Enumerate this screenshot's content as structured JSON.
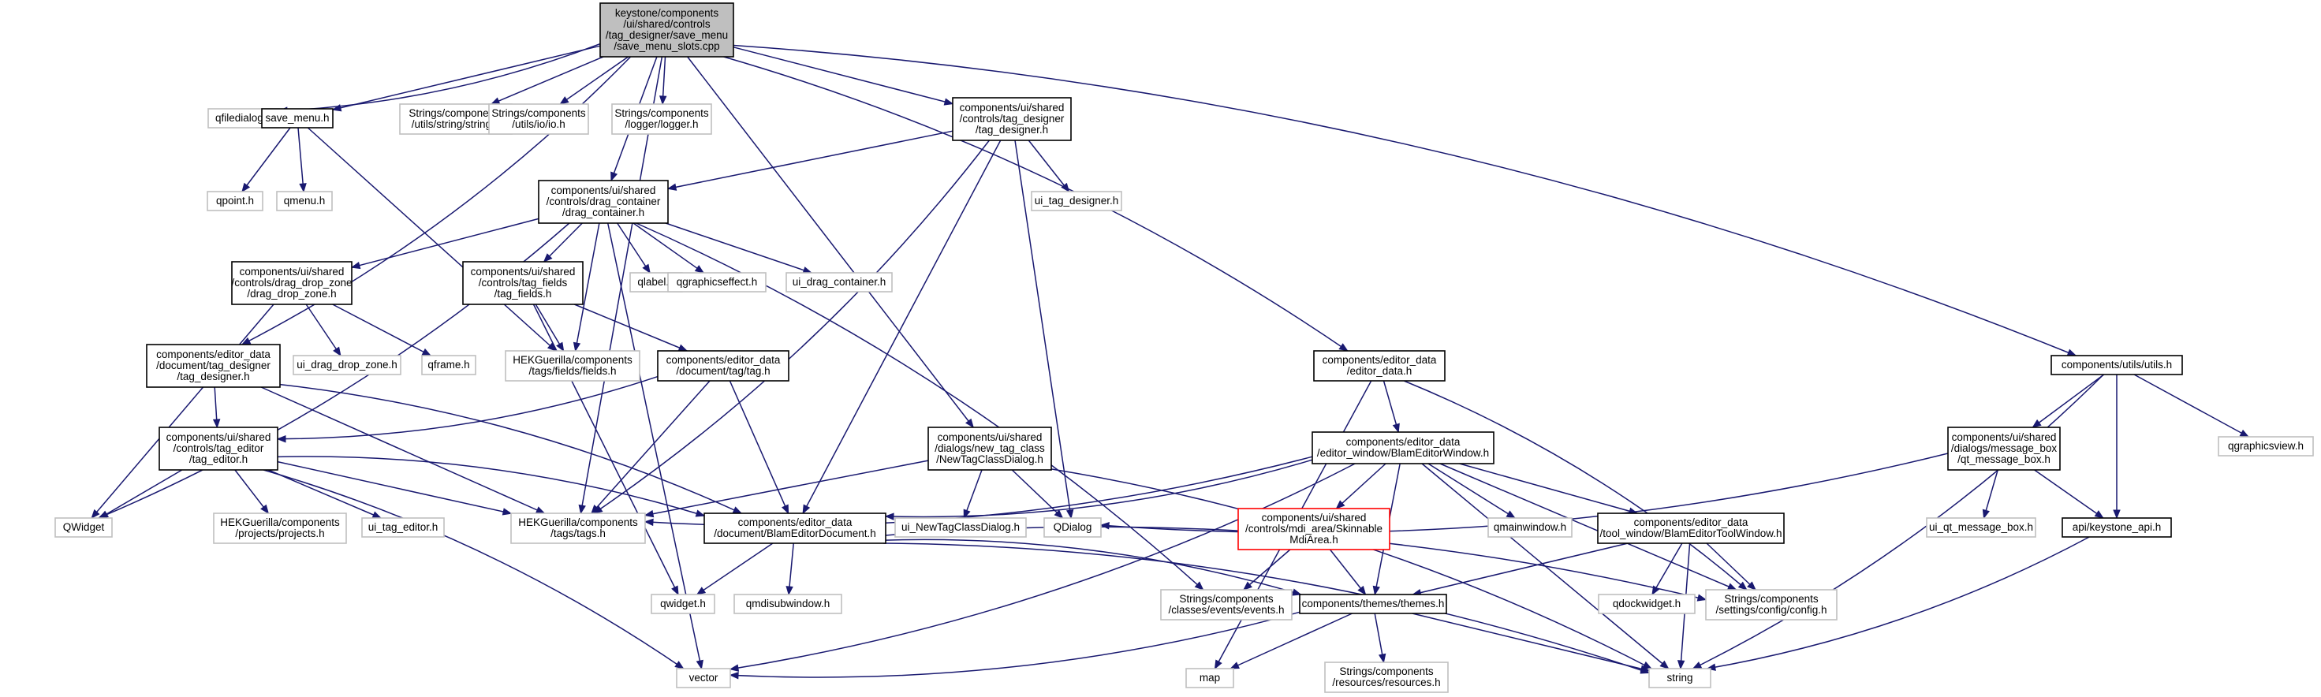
{
  "graph": {
    "nodes": [
      {
        "id": "root",
        "kind": "root",
        "lines": [
          "keystone/components",
          "/ui/shared/controls",
          "/tag_designer/save_menu",
          "/save_menu_slots.cpp"
        ]
      },
      {
        "id": "qfiledialog",
        "kind": "ext",
        "lines": [
          "qfiledialog.h"
        ]
      },
      {
        "id": "save_menu",
        "kind": "doc",
        "lines": [
          "save_menu.h"
        ]
      },
      {
        "id": "string_h",
        "kind": "ext",
        "lines": [
          "Strings/components",
          "/utils/string/string.h"
        ]
      },
      {
        "id": "io_h",
        "kind": "ext",
        "lines": [
          "Strings/components",
          "/utils/io/io.h"
        ]
      },
      {
        "id": "logger_h",
        "kind": "ext",
        "lines": [
          "Strings/components",
          "/logger/logger.h"
        ]
      },
      {
        "id": "tag_designer_ctrl",
        "kind": "doc",
        "lines": [
          "components/ui/shared",
          "/controls/tag_designer",
          "/tag_designer.h"
        ]
      },
      {
        "id": "qpoint",
        "kind": "ext",
        "lines": [
          "qpoint.h"
        ]
      },
      {
        "id": "qmenu",
        "kind": "ext",
        "lines": [
          "qmenu.h"
        ]
      },
      {
        "id": "drag_container",
        "kind": "doc",
        "lines": [
          "components/ui/shared",
          "/controls/drag_container",
          "/drag_container.h"
        ]
      },
      {
        "id": "ui_tag_designer",
        "kind": "ext",
        "lines": [
          "ui_tag_designer.h"
        ]
      },
      {
        "id": "drag_drop_zone",
        "kind": "doc",
        "lines": [
          "components/ui/shared",
          "/controls/drag_drop_zone",
          "/drag_drop_zone.h"
        ]
      },
      {
        "id": "tag_fields",
        "kind": "doc",
        "lines": [
          "components/ui/shared",
          "/controls/tag_fields",
          "/tag_fields.h"
        ]
      },
      {
        "id": "qlabel",
        "kind": "ext",
        "lines": [
          "qlabel.h"
        ]
      },
      {
        "id": "qgraphicseffect",
        "kind": "ext",
        "lines": [
          "qgraphicseffect.h"
        ]
      },
      {
        "id": "ui_drag_container",
        "kind": "ext",
        "lines": [
          "ui_drag_container.h"
        ]
      },
      {
        "id": "ed_tag_designer",
        "kind": "doc",
        "lines": [
          "components/editor_data",
          "/document/tag_designer",
          "/tag_designer.h"
        ]
      },
      {
        "id": "ui_drag_drop_zone",
        "kind": "ext",
        "lines": [
          "ui_drag_drop_zone.h"
        ]
      },
      {
        "id": "qframe",
        "kind": "ext",
        "lines": [
          "qframe.h"
        ]
      },
      {
        "id": "fields_h",
        "kind": "ext",
        "lines": [
          "HEKGuerilla/components",
          "/tags/fields/fields.h"
        ]
      },
      {
        "id": "tag_h",
        "kind": "doc",
        "lines": [
          "components/editor_data",
          "/document/tag/tag.h"
        ]
      },
      {
        "id": "editor_data",
        "kind": "doc",
        "lines": [
          "components/editor_data",
          "/editor_data.h"
        ]
      },
      {
        "id": "utils_h",
        "kind": "doc",
        "lines": [
          "components/utils/utils.h"
        ]
      },
      {
        "id": "tag_editor",
        "kind": "doc",
        "lines": [
          "components/ui/shared",
          "/controls/tag_editor",
          "/tag_editor.h"
        ]
      },
      {
        "id": "new_tag_dialog",
        "kind": "doc",
        "lines": [
          "components/ui/shared",
          "/dialogs/new_tag_class",
          "/NewTagClassDialog.h"
        ]
      },
      {
        "id": "blam_window",
        "kind": "doc",
        "lines": [
          "components/editor_data",
          "/editor_window/BlamEditorWindow.h"
        ]
      },
      {
        "id": "message_box",
        "kind": "doc",
        "lines": [
          "components/ui/shared",
          "/dialogs/message_box",
          "/qt_message_box.h"
        ]
      },
      {
        "id": "qgraphicsview",
        "kind": "ext",
        "lines": [
          "qgraphicsview.h"
        ]
      },
      {
        "id": "qwidget_cap",
        "kind": "ext",
        "lines": [
          "QWidget"
        ]
      },
      {
        "id": "projects_h",
        "kind": "ext",
        "lines": [
          "HEKGuerilla/components",
          "/projects/projects.h"
        ]
      },
      {
        "id": "ui_tag_editor",
        "kind": "ext",
        "lines": [
          "ui_tag_editor.h"
        ]
      },
      {
        "id": "tags_h",
        "kind": "ext",
        "lines": [
          "HEKGuerilla/components",
          "/tags/tags.h"
        ]
      },
      {
        "id": "blam_doc",
        "kind": "doc",
        "lines": [
          "components/editor_data",
          "/document/BlamEditorDocument.h"
        ]
      },
      {
        "id": "ui_new_tag",
        "kind": "ext",
        "lines": [
          "ui_NewTagClassDialog.h"
        ]
      },
      {
        "id": "qdialog",
        "kind": "ext",
        "lines": [
          "QDialog"
        ]
      },
      {
        "id": "skinnable",
        "kind": "red",
        "lines": [
          "components/ui/shared",
          "/controls/mdi_area/Skinnable",
          "MdiArea.h"
        ]
      },
      {
        "id": "qmainwindow",
        "kind": "ext",
        "lines": [
          "qmainwindow.h"
        ]
      },
      {
        "id": "tool_window",
        "kind": "doc",
        "lines": [
          "components/editor_data",
          "/tool_window/BlamEditorToolWindow.h"
        ]
      },
      {
        "id": "ui_qt_message",
        "kind": "ext",
        "lines": [
          "ui_qt_message_box.h"
        ]
      },
      {
        "id": "keystone_api",
        "kind": "doc",
        "lines": [
          "api/keystone_api.h"
        ]
      },
      {
        "id": "qwidget_low",
        "kind": "ext",
        "lines": [
          "qwidget.h"
        ]
      },
      {
        "id": "qmdisubwindow",
        "kind": "ext",
        "lines": [
          "qmdisubwindow.h"
        ]
      },
      {
        "id": "events_h",
        "kind": "ext",
        "lines": [
          "Strings/components",
          "/classes/events/events.h"
        ]
      },
      {
        "id": "themes_h",
        "kind": "doc",
        "lines": [
          "components/themes/themes.h"
        ]
      },
      {
        "id": "config_h",
        "kind": "ext",
        "lines": [
          "Strings/components",
          "/settings/config/config.h"
        ]
      },
      {
        "id": "qdockwidget",
        "kind": "ext",
        "lines": [
          "qdockwidget.h"
        ]
      },
      {
        "id": "vector",
        "kind": "ext",
        "lines": [
          "vector"
        ]
      },
      {
        "id": "map",
        "kind": "ext",
        "lines": [
          "map"
        ]
      },
      {
        "id": "resources_h",
        "kind": "ext",
        "lines": [
          "Strings/components",
          "/resources/resources.h"
        ]
      },
      {
        "id": "string_std",
        "kind": "ext",
        "lines": [
          "string"
        ]
      }
    ],
    "edges": [
      [
        "root",
        "qfiledialog"
      ],
      [
        "root",
        "save_menu"
      ],
      [
        "root",
        "string_h"
      ],
      [
        "root",
        "io_h"
      ],
      [
        "root",
        "logger_h"
      ],
      [
        "root",
        "tag_designer_ctrl"
      ],
      [
        "root",
        "drag_container"
      ],
      [
        "root",
        "ed_tag_designer"
      ],
      [
        "root",
        "new_tag_dialog"
      ],
      [
        "root",
        "editor_data"
      ],
      [
        "root",
        "utils_h"
      ],
      [
        "root",
        "tags_h"
      ],
      [
        "save_menu",
        "qpoint"
      ],
      [
        "save_menu",
        "qmenu"
      ],
      [
        "save_menu",
        "fields_h"
      ],
      [
        "tag_designer_ctrl",
        "drag_container"
      ],
      [
        "tag_designer_ctrl",
        "ui_tag_designer"
      ],
      [
        "tag_designer_ctrl",
        "qdialog"
      ],
      [
        "tag_designer_ctrl",
        "tags_h"
      ],
      [
        "tag_designer_ctrl",
        "blam_doc"
      ],
      [
        "drag_container",
        "drag_drop_zone"
      ],
      [
        "drag_container",
        "tag_fields"
      ],
      [
        "drag_container",
        "qlabel"
      ],
      [
        "drag_container",
        "qgraphicseffect"
      ],
      [
        "drag_container",
        "ui_drag_container"
      ],
      [
        "drag_container",
        "fields_h"
      ],
      [
        "drag_container",
        "qwidget_cap"
      ],
      [
        "drag_container",
        "vector"
      ],
      [
        "drag_container",
        "events_h"
      ],
      [
        "drag_drop_zone",
        "ui_drag_drop_zone"
      ],
      [
        "drag_drop_zone",
        "qframe"
      ],
      [
        "drag_drop_zone",
        "qwidget_cap"
      ],
      [
        "tag_fields",
        "fields_h"
      ],
      [
        "tag_fields",
        "tag_h"
      ],
      [
        "tag_fields",
        "qwidget_low"
      ],
      [
        "ed_tag_designer",
        "tag_editor"
      ],
      [
        "ed_tag_designer",
        "tags_h"
      ],
      [
        "ed_tag_designer",
        "blam_doc"
      ],
      [
        "tag_h",
        "tag_editor"
      ],
      [
        "tag_h",
        "tags_h"
      ],
      [
        "tag_h",
        "blam_doc"
      ],
      [
        "tag_editor",
        "qwidget_cap"
      ],
      [
        "tag_editor",
        "projects_h"
      ],
      [
        "tag_editor",
        "ui_tag_editor"
      ],
      [
        "tag_editor",
        "tags_h"
      ],
      [
        "tag_editor",
        "blam_doc"
      ],
      [
        "tag_editor",
        "vector"
      ],
      [
        "new_tag_dialog",
        "tags_h"
      ],
      [
        "new_tag_dialog",
        "ui_new_tag"
      ],
      [
        "new_tag_dialog",
        "qdialog"
      ],
      [
        "new_tag_dialog",
        "string_std"
      ],
      [
        "editor_data",
        "blam_window"
      ],
      [
        "editor_data",
        "config_h"
      ],
      [
        "editor_data",
        "map"
      ],
      [
        "blam_window",
        "tags_h"
      ],
      [
        "blam_window",
        "blam_doc"
      ],
      [
        "blam_window",
        "skinnable"
      ],
      [
        "blam_window",
        "qmainwindow"
      ],
      [
        "blam_window",
        "tool_window"
      ],
      [
        "blam_window",
        "themes_h"
      ],
      [
        "blam_window",
        "config_h"
      ],
      [
        "blam_window",
        "vector"
      ],
      [
        "blam_window",
        "string_std"
      ],
      [
        "utils_h",
        "message_box"
      ],
      [
        "utils_h",
        "keystone_api"
      ],
      [
        "utils_h",
        "qgraphicsview"
      ],
      [
        "utils_h",
        "string_std"
      ],
      [
        "message_box",
        "ui_qt_message"
      ],
      [
        "message_box",
        "keystone_api"
      ],
      [
        "message_box",
        "qdialog"
      ],
      [
        "keystone_api",
        "string_std"
      ],
      [
        "blam_doc",
        "qwidget_low"
      ],
      [
        "blam_doc",
        "qmdisubwindow"
      ],
      [
        "blam_doc",
        "themes_h"
      ],
      [
        "blam_doc",
        "config_h"
      ],
      [
        "blam_doc",
        "string_std"
      ],
      [
        "skinnable",
        "events_h"
      ],
      [
        "skinnable",
        "themes_h"
      ],
      [
        "tool_window",
        "themes_h"
      ],
      [
        "tool_window",
        "qdockwidget"
      ],
      [
        "tool_window",
        "config_h"
      ],
      [
        "tool_window",
        "string_std"
      ],
      [
        "themes_h",
        "vector"
      ],
      [
        "themes_h",
        "map"
      ],
      [
        "themes_h",
        "resources_h"
      ],
      [
        "themes_h",
        "string_std"
      ]
    ]
  }
}
